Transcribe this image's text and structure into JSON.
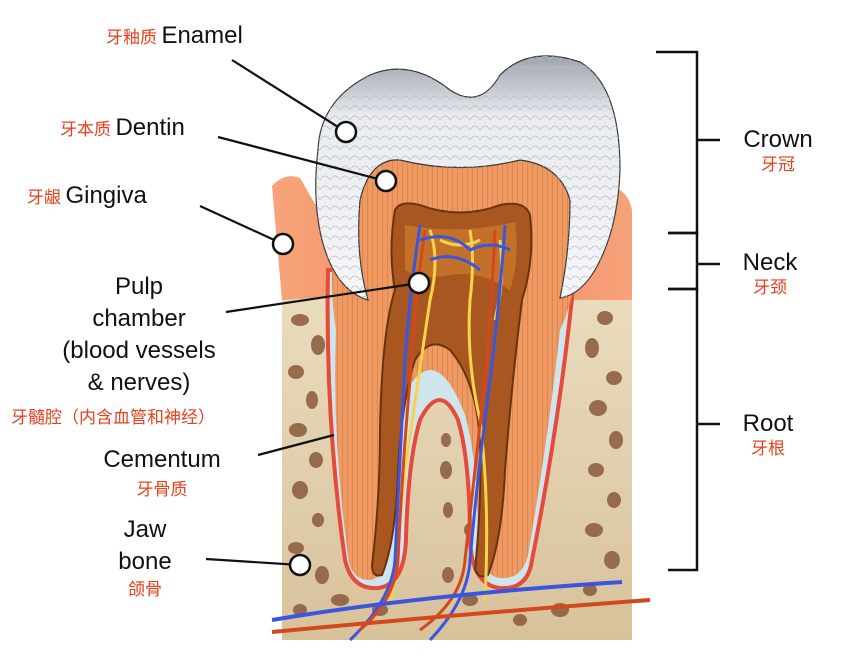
{
  "labels": {
    "enamel": {
      "zh": "牙釉质",
      "en": "Enamel"
    },
    "dentin": {
      "zh": "牙本质",
      "en": "Dentin"
    },
    "gingiva": {
      "zh": "牙龈",
      "en": "Gingiva"
    },
    "pulp": {
      "en_lines": [
        "Pulp",
        "chamber",
        "(blood vessels",
        "& nerves)"
      ],
      "zh": "牙髓腔（内含血管和神经）"
    },
    "cementum": {
      "en": "Cementum",
      "zh": "牙骨质"
    },
    "jaw_bone": {
      "en_lines": [
        "Jaw",
        "bone"
      ],
      "zh": "颌骨"
    }
  },
  "regions": {
    "crown": {
      "en": "Crown",
      "zh": "牙冠"
    },
    "neck": {
      "en": "Neck",
      "zh": "牙颈"
    },
    "root": {
      "en": "Root",
      "zh": "牙根"
    }
  },
  "colors": {
    "label_red": "#e8401c",
    "gum": "#f39063",
    "bone": "#d9c4a0",
    "dentin": "#e8935c",
    "pulp": "#a6531a",
    "vessel_blue": "#3a55e0",
    "vessel_red": "#d2481f"
  }
}
